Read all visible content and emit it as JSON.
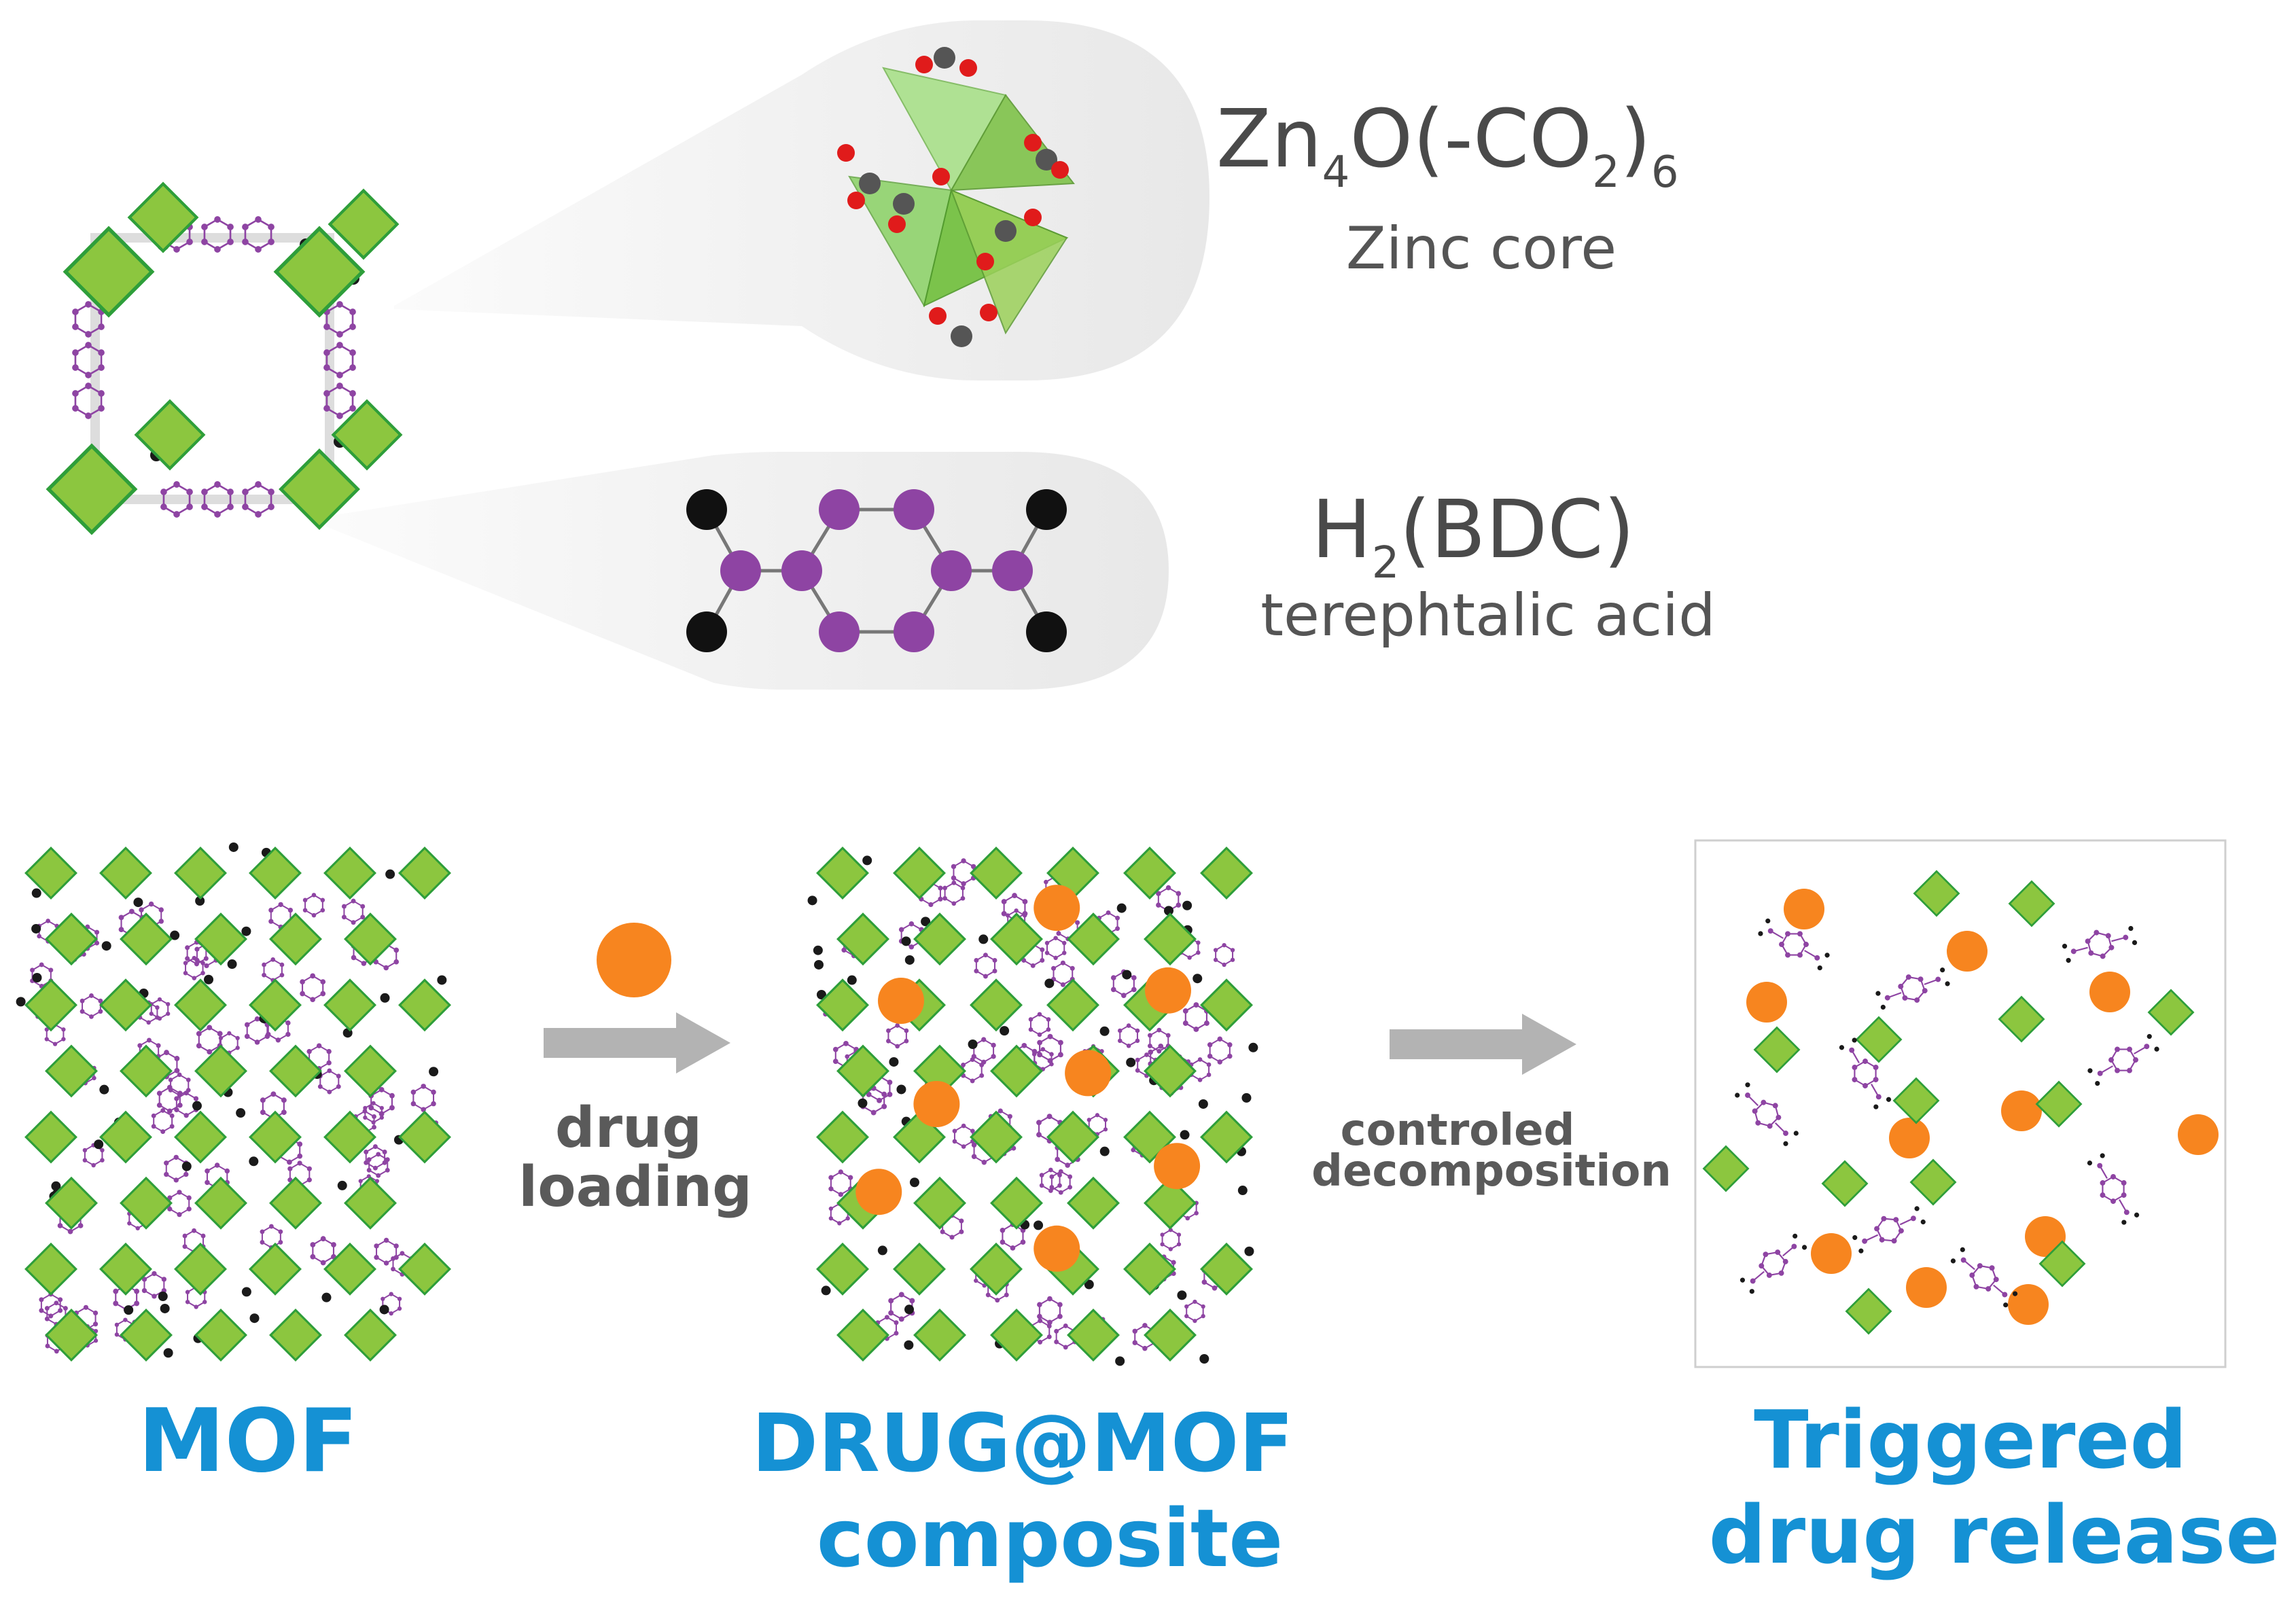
{
  "zinc_core": {
    "formula_main": "Zn",
    "formula_sub1": "4",
    "formula_mid": "O(-CO",
    "formula_sub2": "2",
    "formula_close": ")",
    "formula_sub3": "6",
    "caption": "Zinc core"
  },
  "linker": {
    "formula_main": "H",
    "formula_sub": "2",
    "formula_rest": "(BDC)",
    "caption": "terephtalic acid"
  },
  "steps": {
    "loading_line1": "drug",
    "loading_line2": "loading",
    "decomp_line1": "controled",
    "decomp_line2": "decomposition"
  },
  "stages": {
    "mof": "MOF",
    "composite_line1": "DRUG@MOF",
    "composite_line2": "composite",
    "release_line1": "Triggered",
    "release_line2": "drug release"
  },
  "colors": {
    "zn_green": "#8cc63f",
    "zn_border": "#2e9e3a",
    "linker_purple": "#8e44a3",
    "carbon_black": "#1a1a1a",
    "oxygen_red": "#e01b1b",
    "drug_orange": "#f7851f",
    "label_blue": "#1591d4",
    "arrow_gray": "#b3b3b3"
  },
  "icons": {
    "drug": "orange-circle",
    "metal_node": "green-diamond",
    "linker": "purple-hexagon-linker"
  }
}
